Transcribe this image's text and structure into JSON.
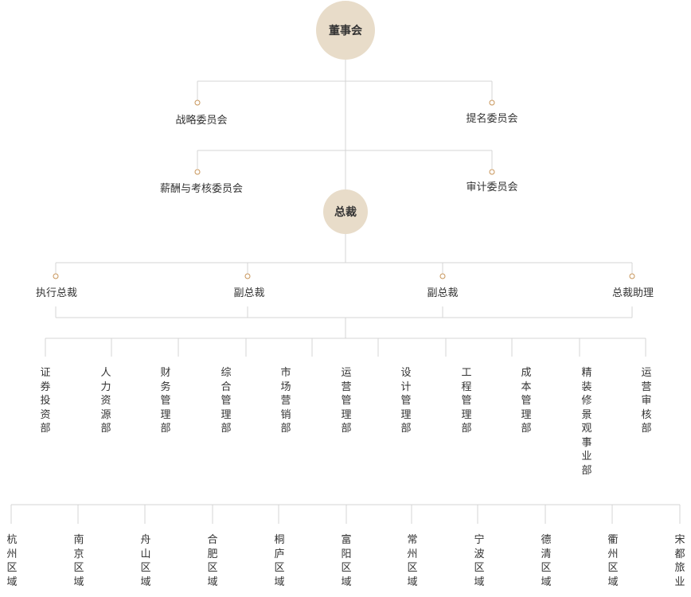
{
  "colors": {
    "node_fill": "#e8dcc9",
    "line": "#d4d4d4",
    "dot": "#c8955a"
  },
  "board": "董事会",
  "committees": [
    "战略委员会",
    "提名委员会",
    "薪酬与考核委员会",
    "审计委员会"
  ],
  "president": "总裁",
  "executives": [
    "执行总裁",
    "副总裁",
    "副总裁",
    "总裁助理"
  ],
  "departments": [
    "证券投资部",
    "人力资源部",
    "财务管理部",
    "综合管理部",
    "市场营销部",
    "运营管理部",
    "设计管理部",
    "工程管理部",
    "成本管理部",
    "精装修景观事业部",
    "运营审核部"
  ],
  "regions": [
    "杭州区域",
    "南京区域",
    "舟山区域",
    "合肥区域",
    "桐庐区域",
    "富阳区域",
    "常州区域",
    "宁波区域",
    "德清区域",
    "衢州区域",
    "宋都旅业"
  ]
}
